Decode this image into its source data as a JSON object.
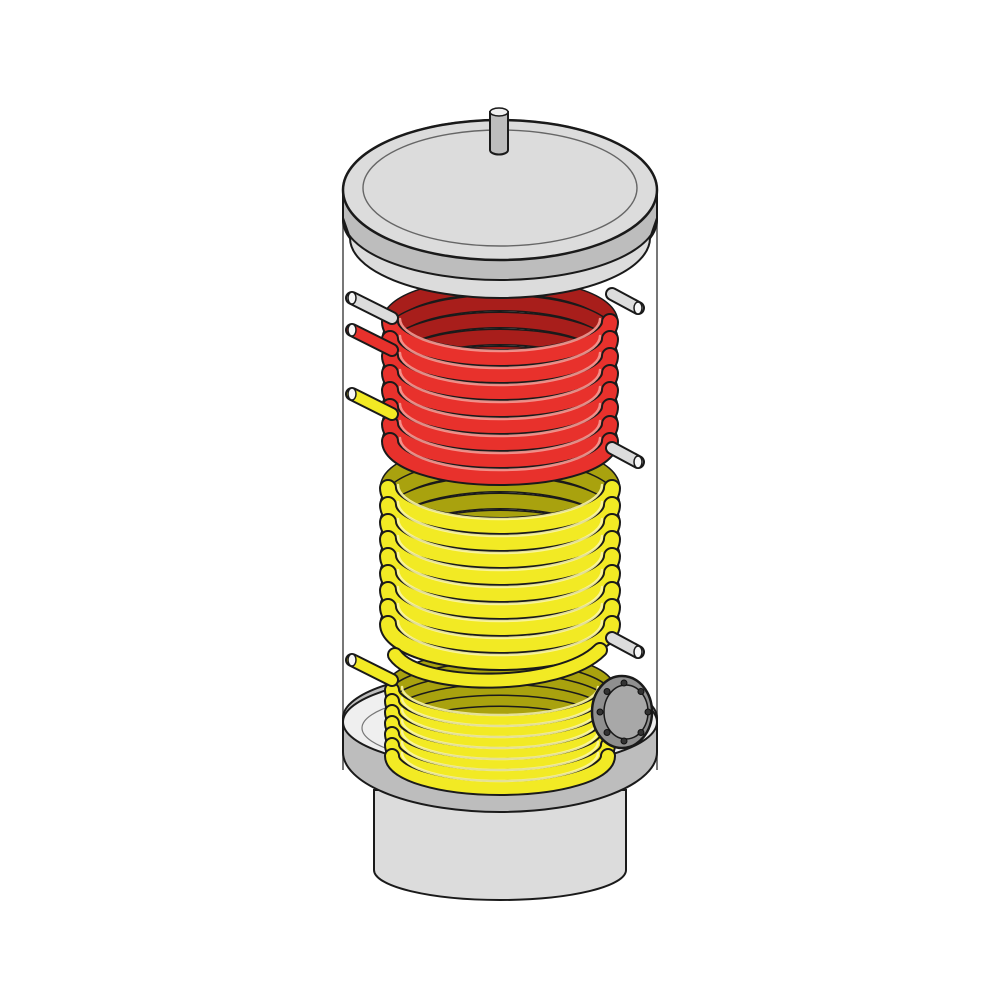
{
  "colors": {
    "background": "#ffffff",
    "outline": "#1a1a1a",
    "steel": "#dcdcdc",
    "steel_shade": "#bdbdbd",
    "steel_light": "#efefef",
    "shell_line": "#555555",
    "coil_upper": "#e8312c",
    "coil_upper_shade": "#a81e1b",
    "coil_upper_highlight": "#f59a94",
    "coil_lower": "#f2ea24",
    "coil_lower_shade": "#a9a20e",
    "coil_lower_highlight": "#fbf6a6",
    "flange": "#8f8f8f"
  },
  "illustration": {
    "subject": "buffer-tank-twin-coil-cutaway",
    "upper_coil_turns": 8,
    "lower_coil_turns": 9,
    "bottom_coil_turns": 7,
    "flange_bolts": 8
  }
}
